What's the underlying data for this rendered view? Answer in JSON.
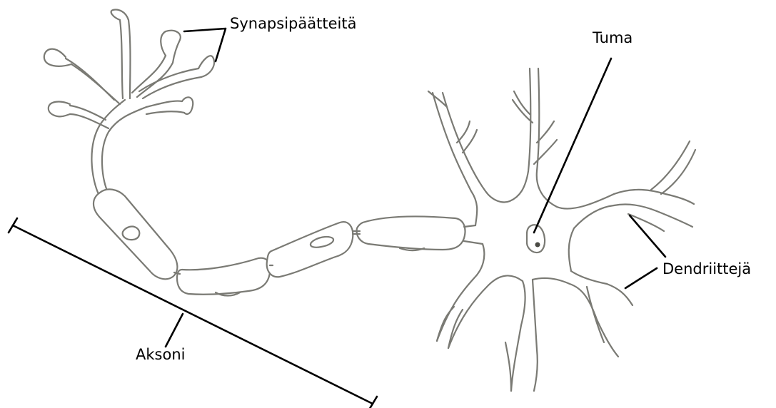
{
  "labels": {
    "synapse": "Synapsipäätteitä",
    "nucleus": "Tuma",
    "dendrites": "Dendriittejä",
    "axon": "Aksoni"
  },
  "colors": {
    "outline": "#7a7a74",
    "label": "#000000",
    "background": "#ffffff"
  }
}
